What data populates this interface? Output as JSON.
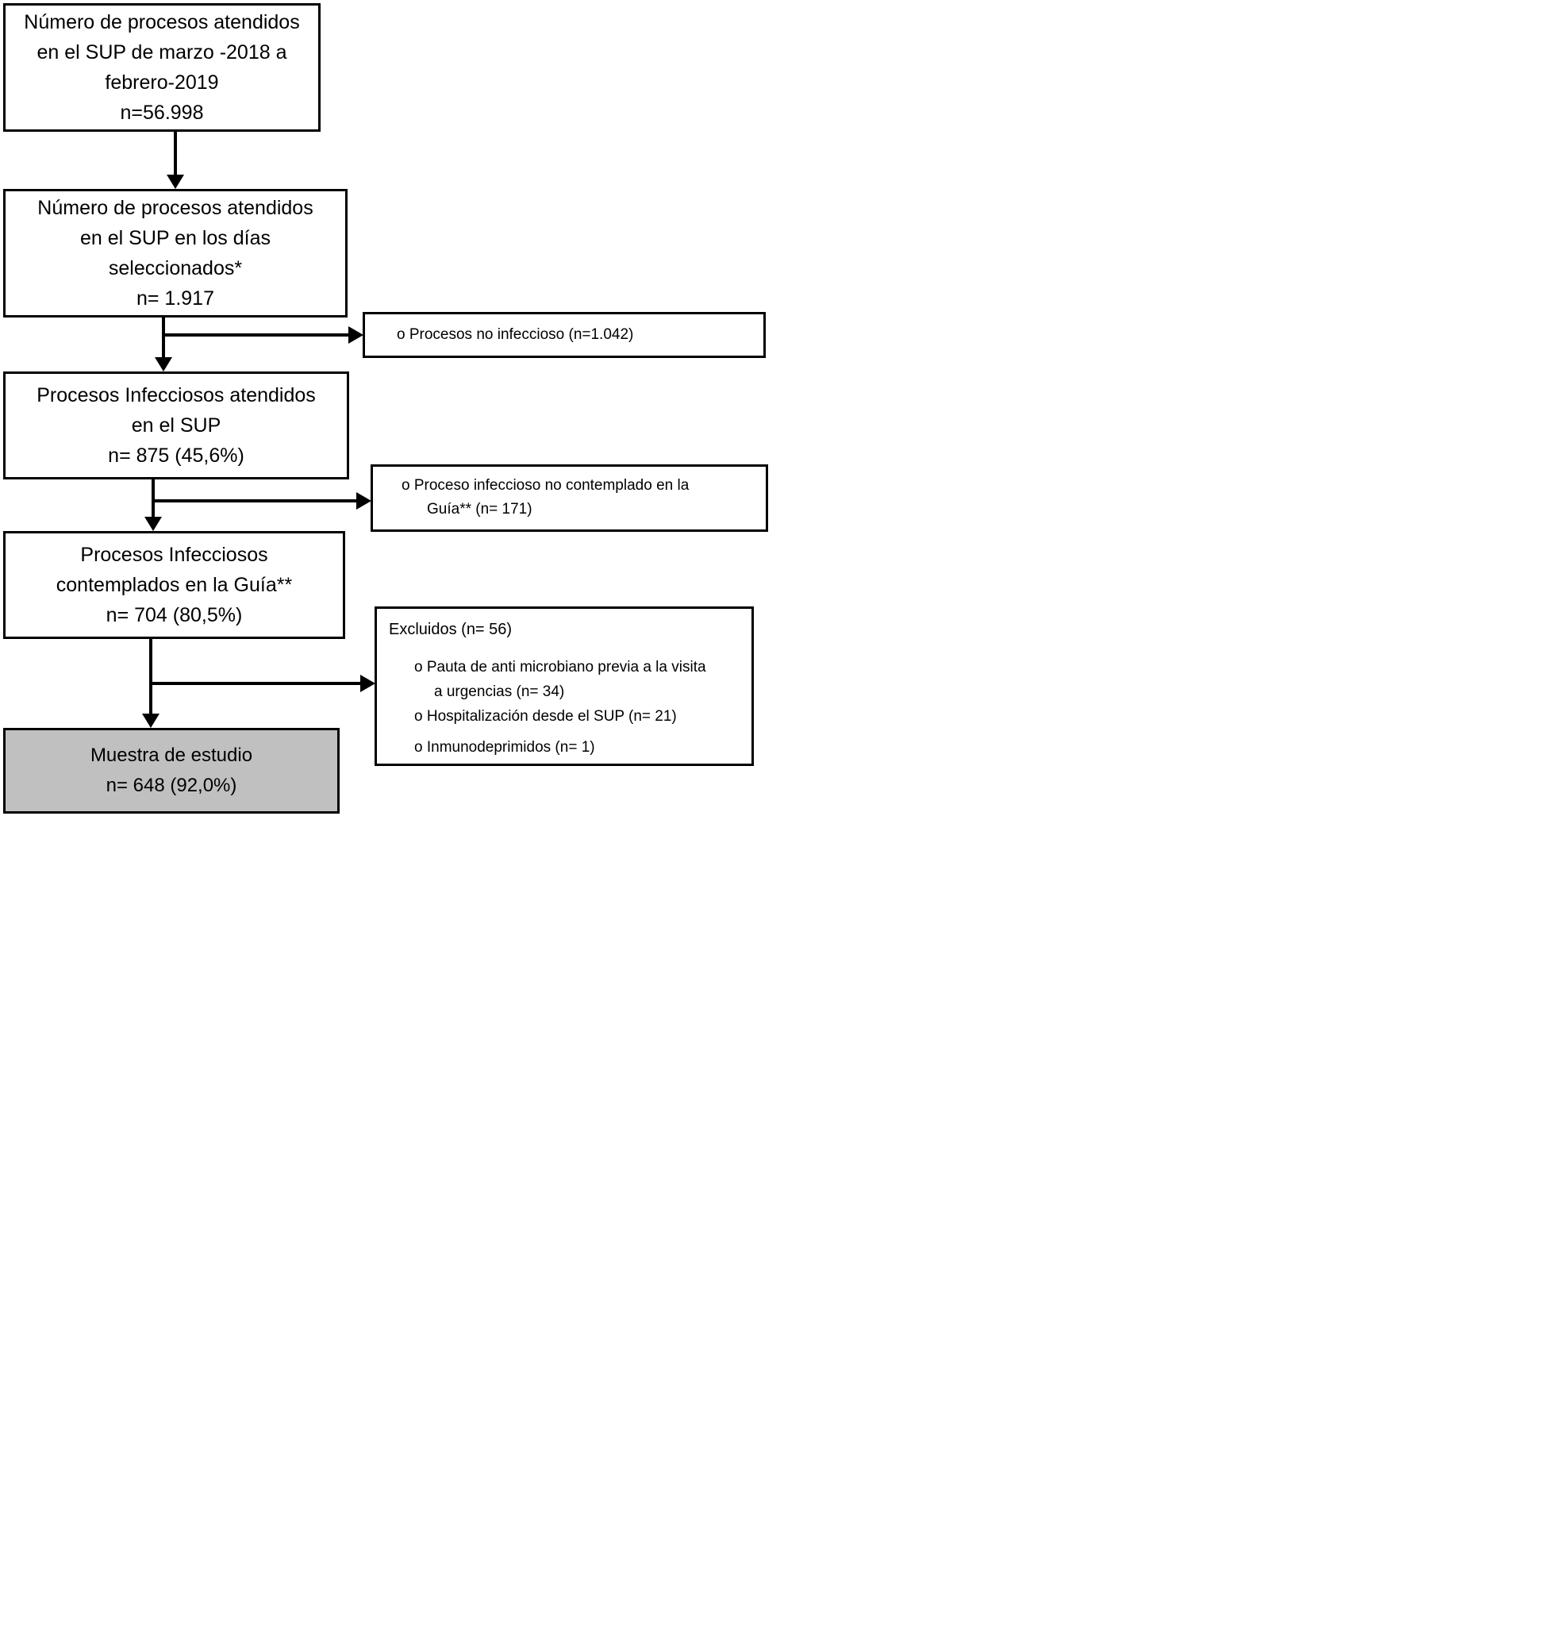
{
  "figure": {
    "type": "flowchart",
    "language": "es",
    "colors": {
      "border": "#000000",
      "text": "#000000",
      "arrow": "#000000",
      "final_box_fill": "#c0c0c0",
      "background": "#ffffff"
    }
  },
  "boxes": {
    "total_processes": {
      "lines": [
        "Número de procesos atendidos",
        "en el SUP de marzo -2018 a",
        "febrero-2019",
        "n=56.998"
      ]
    },
    "selected_days": {
      "lines": [
        "Número de procesos atendidos",
        "en el SUP en los días",
        "seleccionados*",
        "n= 1.917"
      ]
    },
    "infectious_processes": {
      "lines": [
        "Procesos Infecciosos atendidos",
        "en el SUP",
        "n= 875 (45,6%)"
      ]
    },
    "guide_processes": {
      "lines": [
        "Procesos Infecciosos",
        "contemplados en la Guía**",
        "n= 704 (80,5%)"
      ]
    },
    "study_sample": {
      "lines": [
        "Muestra de estudio",
        "n= 648 (92,0%)"
      ]
    }
  },
  "side_boxes": {
    "non_infectious": {
      "text": "o Procesos no infeccioso (n=1.042)"
    },
    "not_in_guide": {
      "line1": "o Proceso infeccioso no contemplado en la",
      "line2": "Guía** (n= 171)"
    },
    "excluded": {
      "title": "Excluidos (n= 56)",
      "item1_line1": "o Pauta de anti microbiano previa a la visita",
      "item1_line2": "a urgencias (n= 34)",
      "item2": "o Hospitalización desde el SUP (n= 21)",
      "item3": "o Inmunodeprimidos (n= 1)"
    }
  }
}
